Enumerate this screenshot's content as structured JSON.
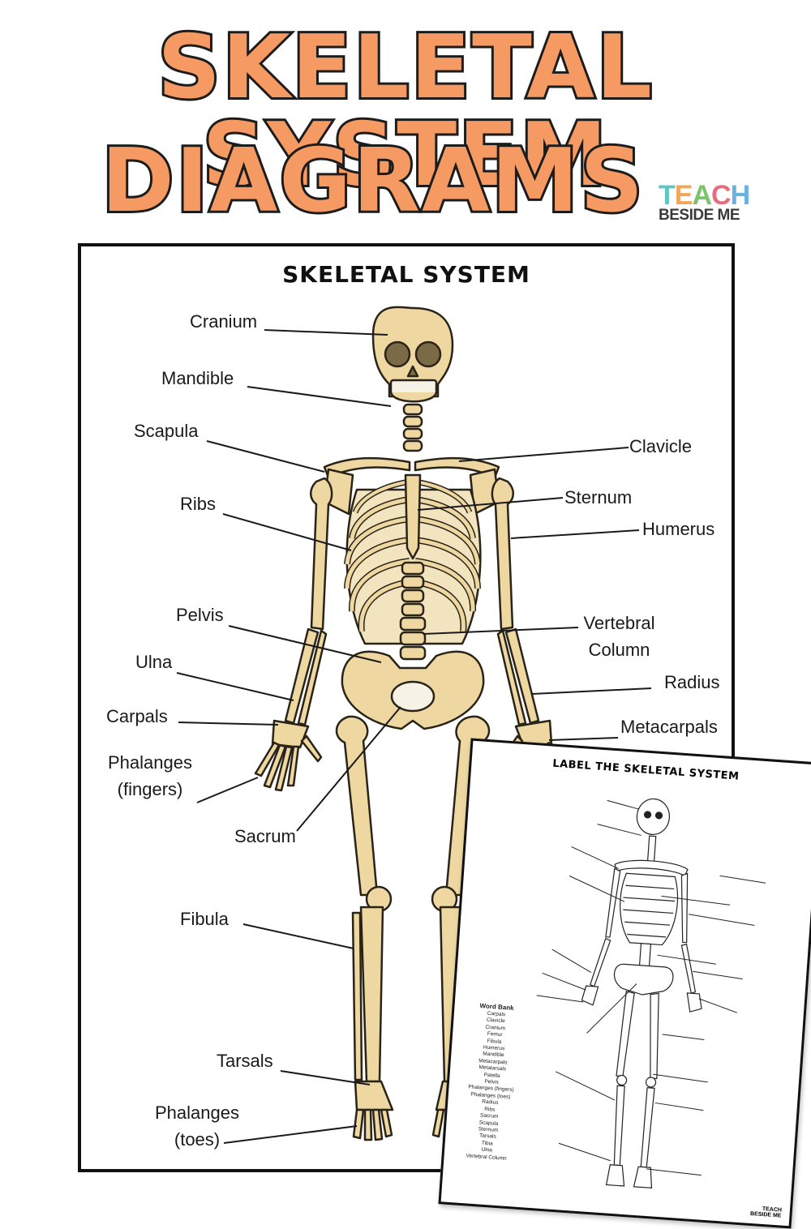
{
  "header": {
    "title_line1": "SKELETAL SYSTEM",
    "title_line2": "DIAGRAMS",
    "logo_line1": "TEACH",
    "logo_line2": "BESIDE ME"
  },
  "poster": {
    "title": "SKELETAL SYSTEM",
    "labels": {
      "cranium": "Cranium",
      "mandible": "Mandible",
      "scapula": "Scapula",
      "ribs": "Ribs",
      "pelvis": "Pelvis",
      "ulna": "Ulna",
      "carpals": "Carpals",
      "phalanges_fingers_1": "Phalanges",
      "phalanges_fingers_2": "(fingers)",
      "sacrum": "Sacrum",
      "fibula": "Fibula",
      "tarsals": "Tarsals",
      "phalanges_toes_1": "Phalanges",
      "phalanges_toes_2": "(toes)",
      "clavicle": "Clavicle",
      "sternum": "Sternum",
      "humerus": "Humerus",
      "vertebral_1": "Vertebral",
      "vertebral_2": "Column",
      "radius": "Radius",
      "metacarpals": "Metacarpals"
    }
  },
  "worksheet": {
    "title": "LABEL THE SKELETAL SYSTEM",
    "word_bank_title": "Word Bank",
    "word_bank": [
      "Carpals",
      "Clavicle",
      "Cranium",
      "Femur",
      "Fibula",
      "Humerus",
      "Mandible",
      "Metacarpals",
      "Metatarsals",
      "Patella",
      "Pelvis",
      "Phalanges (fingers)",
      "Phalanges (toes)",
      "Radius",
      "Ribs",
      "Sacrum",
      "Scapula",
      "Sternum",
      "Tarsals",
      "Tibia",
      "Ulna",
      "Vertebral Column"
    ],
    "logo_line1": "TEACH",
    "logo_line2": "BESIDE ME"
  },
  "colors": {
    "title_fill": "#f59a63",
    "bone_fill": "#eed7a1",
    "bone_stroke": "#2a2418"
  }
}
